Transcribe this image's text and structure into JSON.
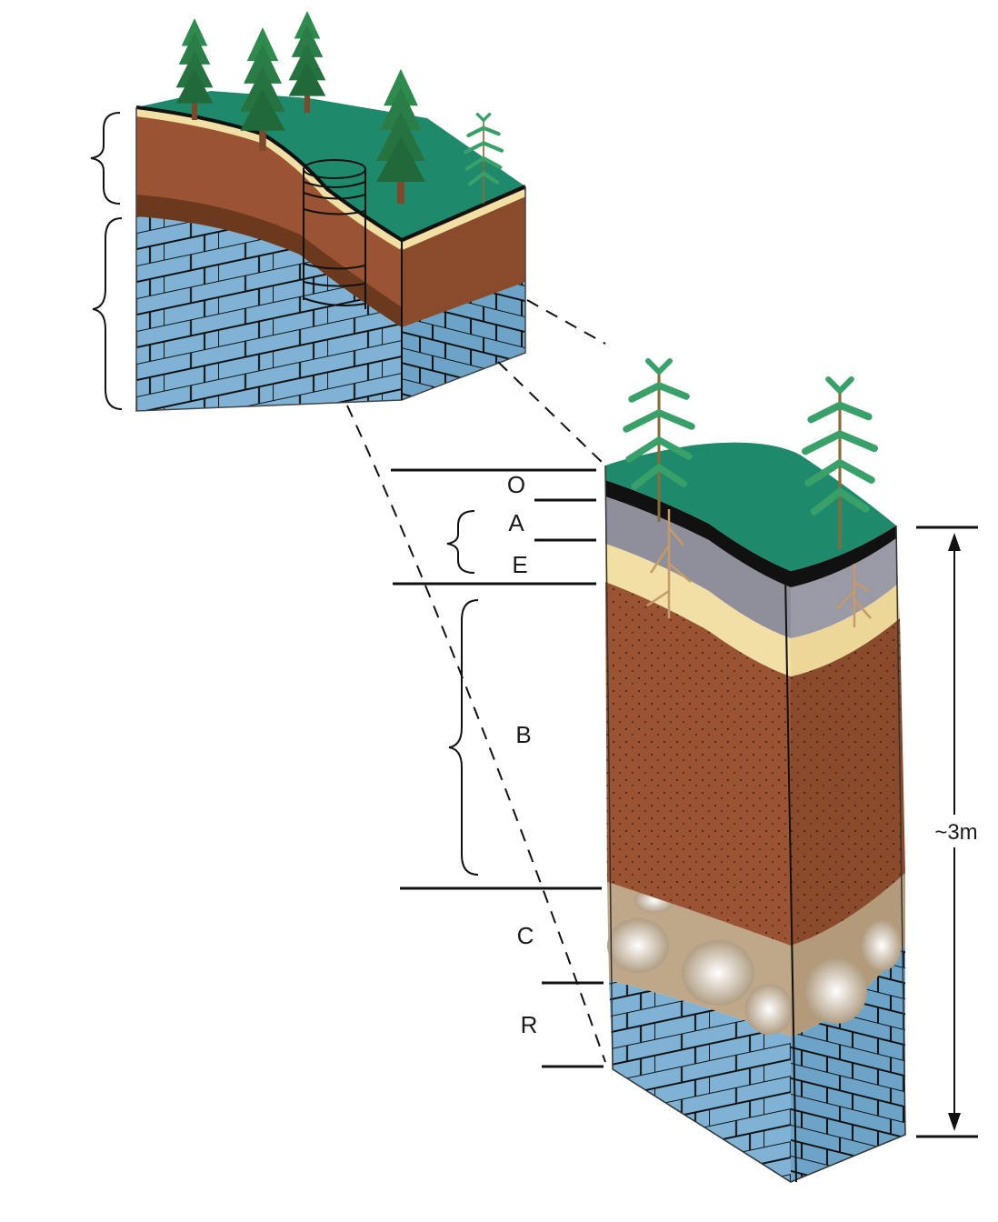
{
  "horizons": [
    {
      "id": "O",
      "label": "O"
    },
    {
      "id": "A",
      "label": "A"
    },
    {
      "id": "E",
      "label": "E"
    },
    {
      "id": "B",
      "label": "B"
    },
    {
      "id": "C",
      "label": "C"
    },
    {
      "id": "R",
      "label": "R"
    }
  ],
  "depth_label": "~3m",
  "colors": {
    "grass": "#1f8a6b",
    "humus": "#111111",
    "a_horizon": "#8f8f9c",
    "e_horizon": "#f1dfa4",
    "b_horizon": "#9a5434",
    "c_horizon": "#c9b79a",
    "bedrock": "#7fb2d4",
    "tree": "#2f8a4e"
  }
}
